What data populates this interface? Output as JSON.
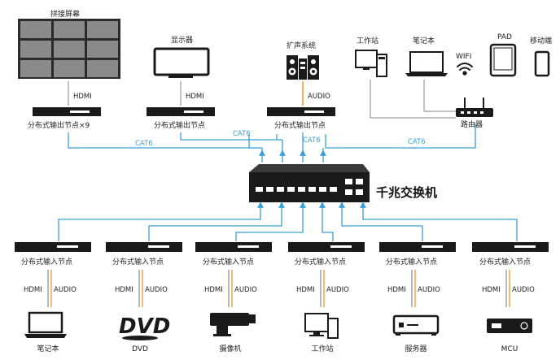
{
  "switch": {
    "label": "千兆交换机"
  },
  "outputs": {
    "wall": {
      "label": "拼接屏幕",
      "node_label": "分布式输出节点×9",
      "signal": "HDMI"
    },
    "display": {
      "label": "显示器",
      "node_label": "分布式输出节点",
      "signal": "HDMI"
    },
    "speaker": {
      "label": "扩声系统",
      "node_label": "分布式输出节点",
      "signal": "AUDIO"
    }
  },
  "network": {
    "workstation": "工作站",
    "laptop": "笔记本",
    "wifi": "WIFI",
    "pad": "PAD",
    "phone": "移动端",
    "router": "路由器"
  },
  "cable": "CAT6",
  "input_node_label": "分布式输入节点",
  "input_signals": [
    "HDMI",
    "AUDIO"
  ],
  "sources": [
    {
      "label": "笔记本",
      "icon": "laptop-icon"
    },
    {
      "label": "DVD",
      "icon": "dvd-logo-icon"
    },
    {
      "label": "摄像机",
      "icon": "camera-icon"
    },
    {
      "label": "工作站",
      "icon": "workstation-icon"
    },
    {
      "label": "服务器",
      "icon": "server-icon"
    },
    {
      "label": "MCU",
      "icon": "mcu-icon"
    }
  ],
  "colors": {
    "cat6": "#3aa0d8",
    "audio": "#f0a030",
    "line": "#9a9a9a",
    "device": "#1a1a1a"
  }
}
